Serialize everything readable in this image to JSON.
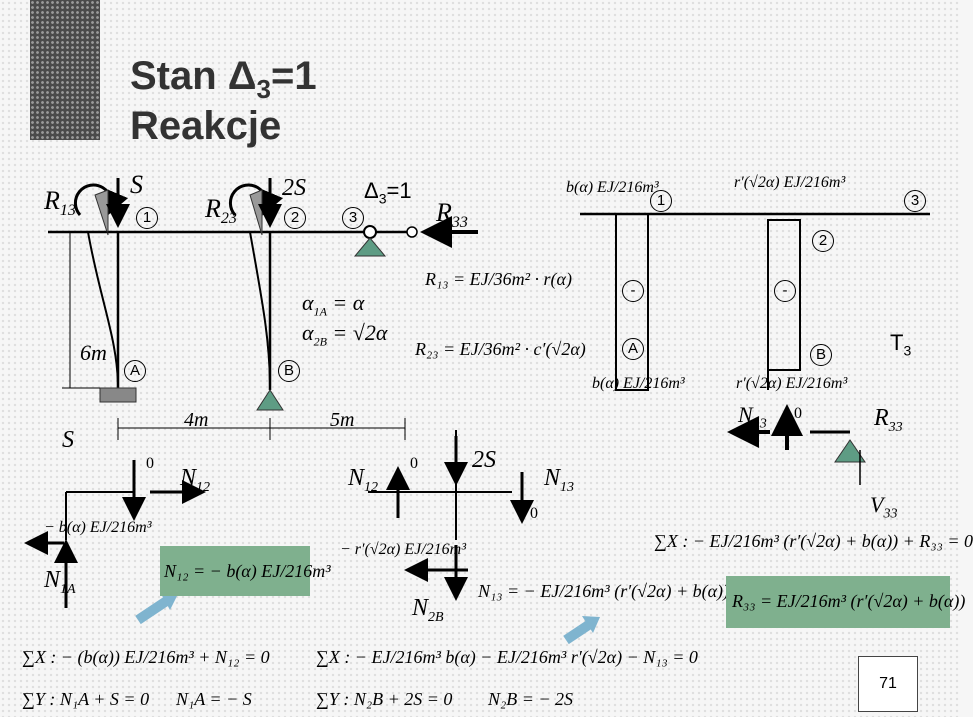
{
  "title": {
    "line1_prefix": "Stan ",
    "delta": "Δ",
    "sub": "3",
    "line1_suffix": "=1",
    "line2": "Reakcje"
  },
  "labels": {
    "R13": "R",
    "R13s": "13",
    "S": "S",
    "n1": "1",
    "R23": "R",
    "R23s": "23",
    "S2": "2S",
    "n2": "2",
    "delta3": "Δ",
    "delta3s": "3",
    "delta3v": "=1",
    "n3": "3",
    "R33": "R",
    "R33s": "33",
    "h6m": "6m",
    "A": "A",
    "B": "B",
    "S_left": "S",
    "d4m": "4m",
    "d5m": "5m",
    "alpha1a": "α",
    "alpha1a_s": "1A",
    "alpha1a_r": " = α",
    "alpha2b": "α",
    "alpha2b_s": "2B",
    "alpha2b_r": " = √2α",
    "N12": "N",
    "N12s": "12",
    "zero1": "0",
    "N12b": "N",
    "N12bs": "12",
    "zero2": "0",
    "S2b": "2S",
    "N13": "N",
    "N13s": "13",
    "zero3": "0",
    "N1A": "N",
    "N1As": "1A",
    "N2B": "N",
    "N2Bs": "2B",
    "right_1": "1",
    "right_3": "3",
    "right_2": "2",
    "minus1": "-",
    "minus2": "-",
    "rA": "A",
    "rB": "B",
    "T3": "T",
    "T3s": "3",
    "rN13": "N",
    "rN13s": "13",
    "rzero": "0",
    "rR33": "R",
    "rR33s": "33",
    "V33": "V",
    "V33s": "33"
  },
  "equations": {
    "R13_eq": "R₁₃ = EJ/36m² · r(α)",
    "R23_eq": "R₂₃ = EJ/36m² · c′(√2α)",
    "b_left": "− b(α) EJ/216m³",
    "N12_eq": "N₁₂ = − b(α) EJ/216m³",
    "r2_mid": "− r′(√2α) EJ/216m³",
    "N13_eq": "N₁₃ = − EJ/216m³ (r′(√2α) + b(α))",
    "sumX1": "∑X : − (b(α)) EJ/216m³ + N₁₂ = 0",
    "sumY1": "∑Y : N₁A + S = 0",
    "N1A_res": "N₁A = − S",
    "sumX2": "∑X : − EJ/216m³ b(α) − EJ/216m³ r′(√2α) − N₁₃ = 0",
    "sumY2": "∑Y : N₂B + 2S = 0",
    "N2B_res": "N₂B = − 2S",
    "top_b": "b(α) EJ/216m³",
    "top_r": "r′(√2α) EJ/216m³",
    "bot_b": "b(α) EJ/216m³",
    "bot_r": "r′(√2α) EJ/216m³",
    "sumX3": "∑X : − EJ/216m³ (r′(√2α) + b(α)) + R₃₃ = 0",
    "R33_eq": "R₃₃ = EJ/216m³ (r′(√2α) + b(α))"
  },
  "page_number": "71",
  "colors": {
    "accent_green": "#7fb08e",
    "arrow_blue": "#7fb4cf",
    "support_green": "#5e9c84"
  }
}
